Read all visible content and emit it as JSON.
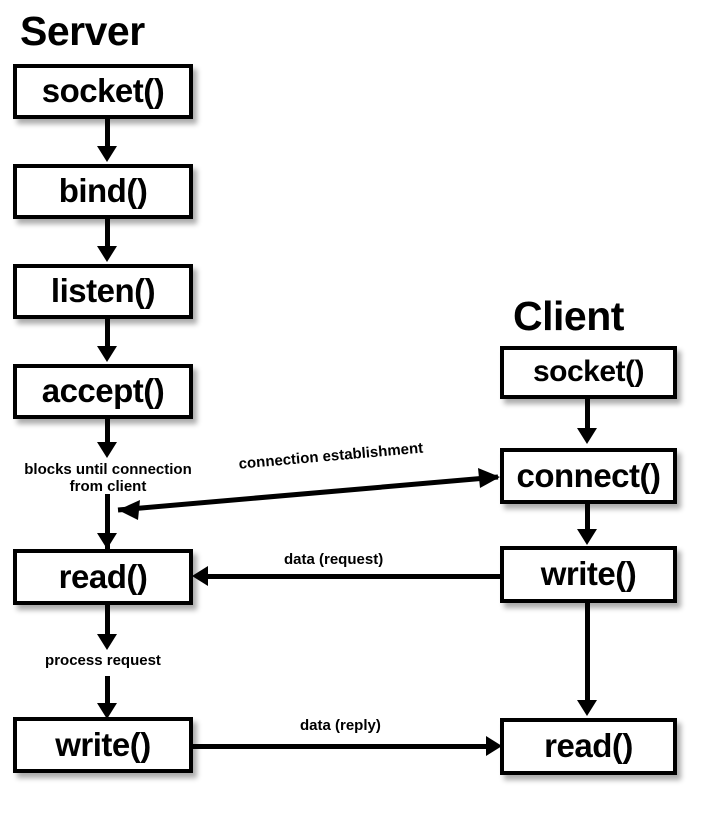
{
  "diagram": {
    "type": "socket-api-flow",
    "title_server": "Server",
    "title_client": "Client",
    "colors": {
      "stroke": "#000000",
      "box_fill": "#ffffff",
      "background": "#ffffff"
    },
    "server_steps": [
      {
        "label": "socket()"
      },
      {
        "label": "bind()"
      },
      {
        "label": "listen()"
      },
      {
        "label": "accept()"
      },
      {
        "label": "read()"
      },
      {
        "label": "write()"
      }
    ],
    "client_steps": [
      {
        "label": "socket()"
      },
      {
        "label": "connect()"
      },
      {
        "label": "write()"
      },
      {
        "label": "read()"
      }
    ],
    "annotations": {
      "blocks_line1": "blocks until connection",
      "blocks_line2": "from client",
      "process_request": "process request",
      "connection_establishment": "connection establishment",
      "data_request": "data (request)",
      "data_reply": "data (reply)"
    }
  }
}
